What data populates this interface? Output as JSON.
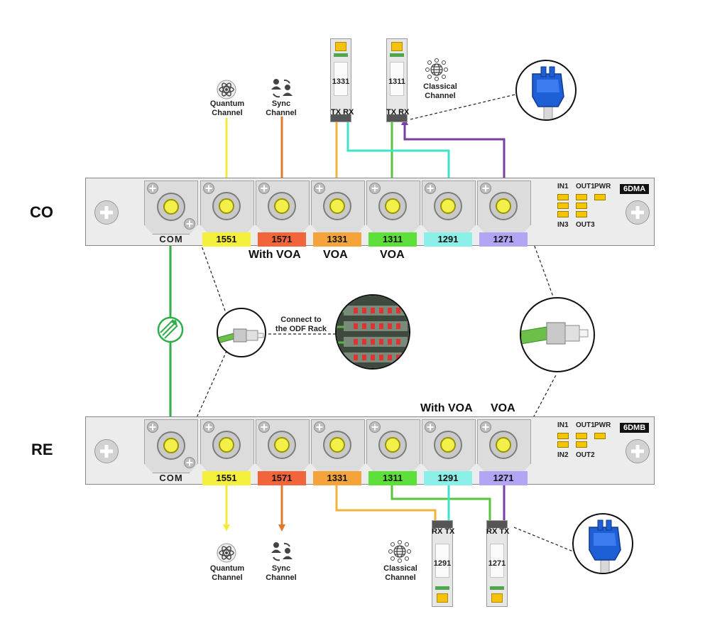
{
  "rows": {
    "co_label": "CO",
    "re_label": "RE"
  },
  "co_panel": {
    "model": "6DMA",
    "com_label": "COM",
    "channels": [
      {
        "label": "1551",
        "color": "#f4f03c"
      },
      {
        "label": "1571",
        "color": "#f2643a"
      },
      {
        "label": "1331",
        "color": "#f4a43a"
      },
      {
        "label": "1311",
        "color": "#5ee03a"
      },
      {
        "label": "1291",
        "color": "#8af0e8"
      },
      {
        "label": "1271",
        "color": "#b4a4f4"
      }
    ],
    "leds": {
      "in_top": "IN1",
      "out_top": "OUT1",
      "pwr": "PWR",
      "in_bottom": "IN3",
      "out_bottom": "OUT3"
    },
    "voa_labels": {
      "with_voa": "With VOA",
      "voa_1331": "VOA",
      "voa_1311": "VOA"
    }
  },
  "re_panel": {
    "model": "6DMB",
    "com_label": "COM",
    "channels": [
      {
        "label": "1551",
        "color": "#f4f03c"
      },
      {
        "label": "1571",
        "color": "#f2643a"
      },
      {
        "label": "1331",
        "color": "#f4a43a"
      },
      {
        "label": "1311",
        "color": "#5ee03a"
      },
      {
        "label": "1291",
        "color": "#8af0e8"
      },
      {
        "label": "1271",
        "color": "#b4a4f4"
      }
    ],
    "leds": {
      "in_top": "IN1",
      "out_top": "OUT1",
      "pwr": "PWR",
      "in_bottom": "IN2",
      "out_bottom": "OUT2"
    },
    "voa_labels": {
      "with_voa": "With VOA",
      "voa": "VOA"
    }
  },
  "co_sfps": [
    {
      "wavelength": "1331",
      "ports": "TX RX"
    },
    {
      "wavelength": "1311",
      "ports": "TX RX"
    }
  ],
  "re_sfps": [
    {
      "wavelength": "1291",
      "ports": "RX TX"
    },
    {
      "wavelength": "1271",
      "ports": "RX TX"
    }
  ],
  "captions": {
    "quantum_top": "Quantum\nChannel",
    "sync_top": "Sync\nChannel",
    "classical_top": "Classical\nChannel",
    "quantum_bottom": "Quantum\nChannel",
    "sync_bottom": "Sync\nChannel",
    "classical_bottom": "Classical\nChannel",
    "odf": "Connect to\nthe ODF Rack"
  },
  "icons": {
    "quantum": "atom-icon",
    "sync": "people-sync-icon",
    "classical": "globe-network-icon",
    "fiber_link": "fiber-arrows-icon",
    "lc_connector": "lc-connector-icon",
    "fc_connector": "fc-connector-icon",
    "odf": "odf-rack-icon"
  },
  "wire_colors": {
    "com": "#2fae4a",
    "quantum": "#f3ea3a",
    "sync": "#e07a2a",
    "c1331": "#f2b33a",
    "c1311": "#58c43a",
    "c1291": "#3fe2cc",
    "c1271": "#7a3fa0"
  }
}
